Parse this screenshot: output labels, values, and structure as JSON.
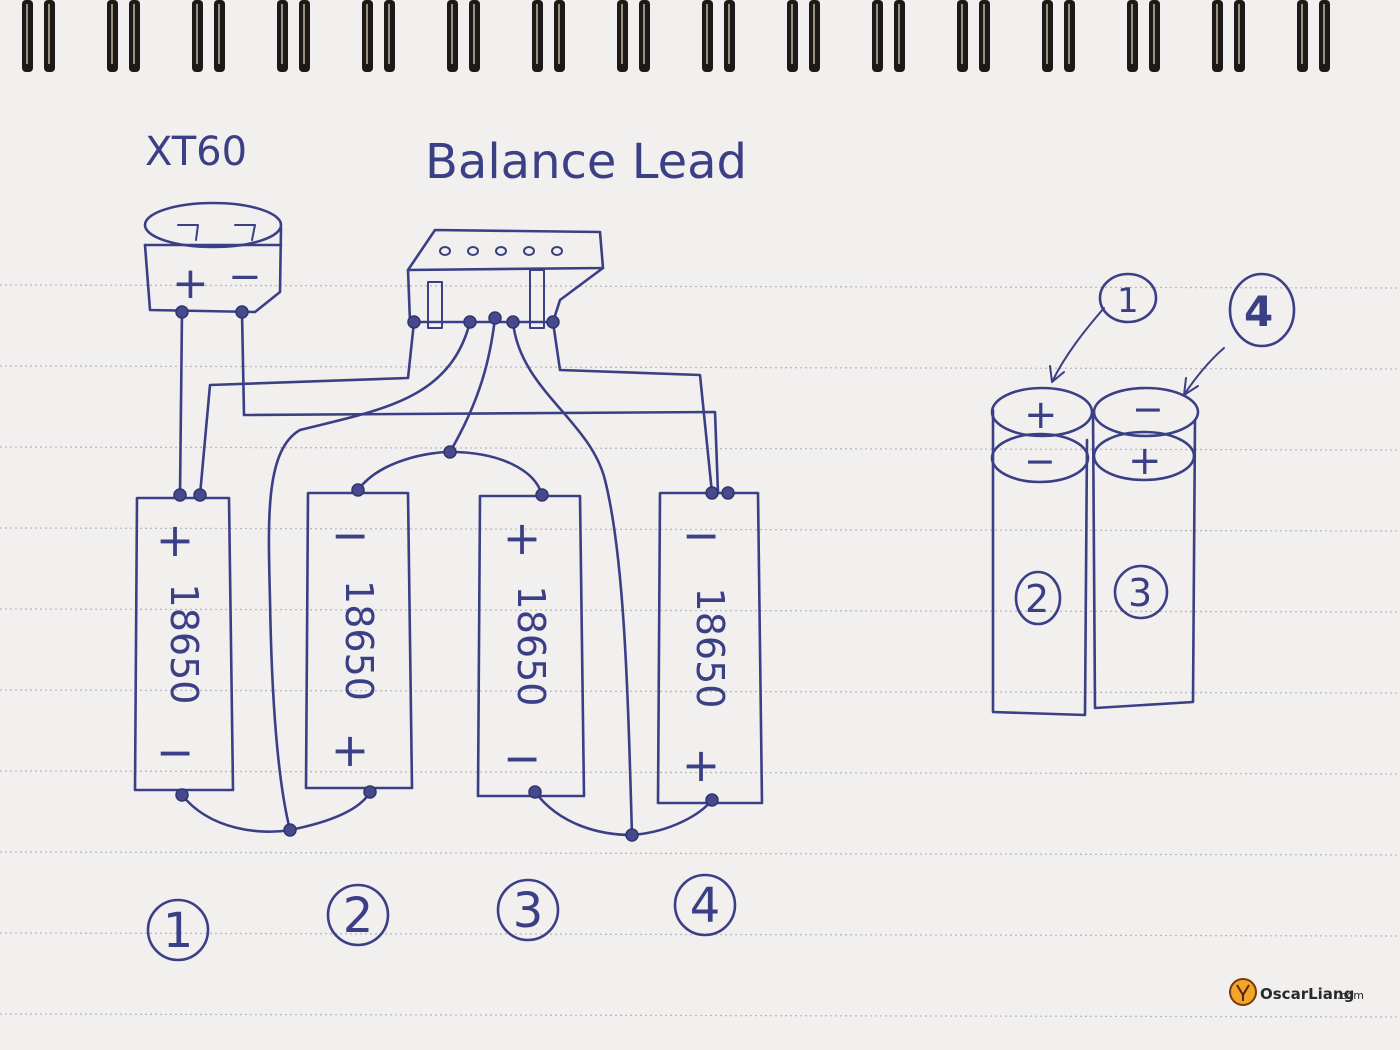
{
  "labels": {
    "xt60": "XT60",
    "balance_lead": "Balance Lead"
  },
  "xt60_connector": {
    "plus": "+",
    "minus": "−"
  },
  "cells": [
    {
      "text": "18650",
      "top": "+",
      "bottom": "−"
    },
    {
      "text": "18650",
      "top": "−",
      "bottom": "+"
    },
    {
      "text": "18650",
      "top": "+",
      "bottom": "−"
    },
    {
      "text": "18650",
      "top": "−",
      "bottom": "+"
    }
  ],
  "cell_numbers": [
    "1",
    "2",
    "3",
    "4"
  ],
  "pack_view": {
    "callouts": [
      "1",
      "4"
    ],
    "top_signs": [
      "+",
      "−"
    ],
    "lower_signs": [
      "−",
      "+"
    ],
    "cell_numbers": [
      "2",
      "3"
    ]
  },
  "watermark": {
    "brand": "OscarLiang",
    "suffix": ".com"
  },
  "colors": {
    "ink": "#3b3f86",
    "paper": "#f1f0ee",
    "rings": "#1b1a18"
  }
}
